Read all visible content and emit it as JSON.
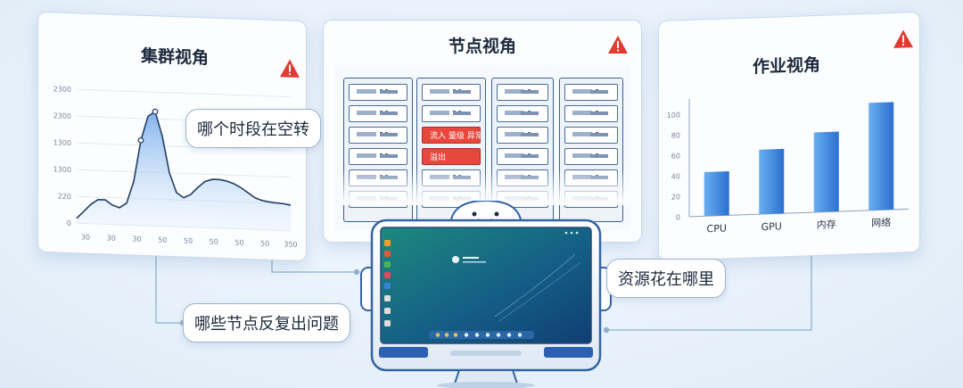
{
  "panels": {
    "cluster": {
      "title": "集群视角"
    },
    "node": {
      "title": "节点视角",
      "alert_rows": [
        "流入 量级 异常 ———",
        "溢出"
      ]
    },
    "job": {
      "title": "作业视角"
    }
  },
  "bubbles": {
    "idle": "哪个时段在空转",
    "repeat": "哪些节点反复出问题",
    "resource": "资源花在哪里"
  },
  "colors": {
    "accent": "#3b82d6",
    "alert": "#e8473e"
  },
  "chart_data": [
    {
      "type": "area",
      "title": "",
      "yticks": [
        "0",
        "220",
        "1300",
        "1300",
        "2300",
        "2300"
      ],
      "xticks": [
        "30",
        "30",
        "30",
        "50",
        "50",
        "50",
        "50",
        "50",
        "350"
      ],
      "x": [
        0,
        1,
        2,
        3,
        4,
        5,
        6,
        7,
        8,
        9,
        10,
        11,
        12,
        13,
        14,
        15,
        16,
        17,
        18,
        19,
        20,
        21,
        22,
        23,
        24,
        25,
        26,
        27,
        28,
        29,
        30
      ],
      "y": [
        0.2,
        0.5,
        0.8,
        1.0,
        1.0,
        0.8,
        0.7,
        0.9,
        1.8,
        3.5,
        4.5,
        4.7,
        3.7,
        2.2,
        1.4,
        1.2,
        1.35,
        1.65,
        1.9,
        2.0,
        2.0,
        1.95,
        1.85,
        1.7,
        1.5,
        1.3,
        1.2,
        1.15,
        1.12,
        1.1,
        1.05
      ],
      "ylim": [
        0,
        5.5
      ],
      "markers": [
        9,
        11
      ]
    },
    {
      "type": "bar",
      "categories": [
        "CPU",
        "GPU",
        "内存",
        "网络"
      ],
      "values": [
        43,
        63,
        78,
        105
      ],
      "yticks": [
        "0",
        "20",
        "40",
        "60",
        "80",
        "100"
      ],
      "ylim": [
        0,
        115
      ]
    }
  ]
}
